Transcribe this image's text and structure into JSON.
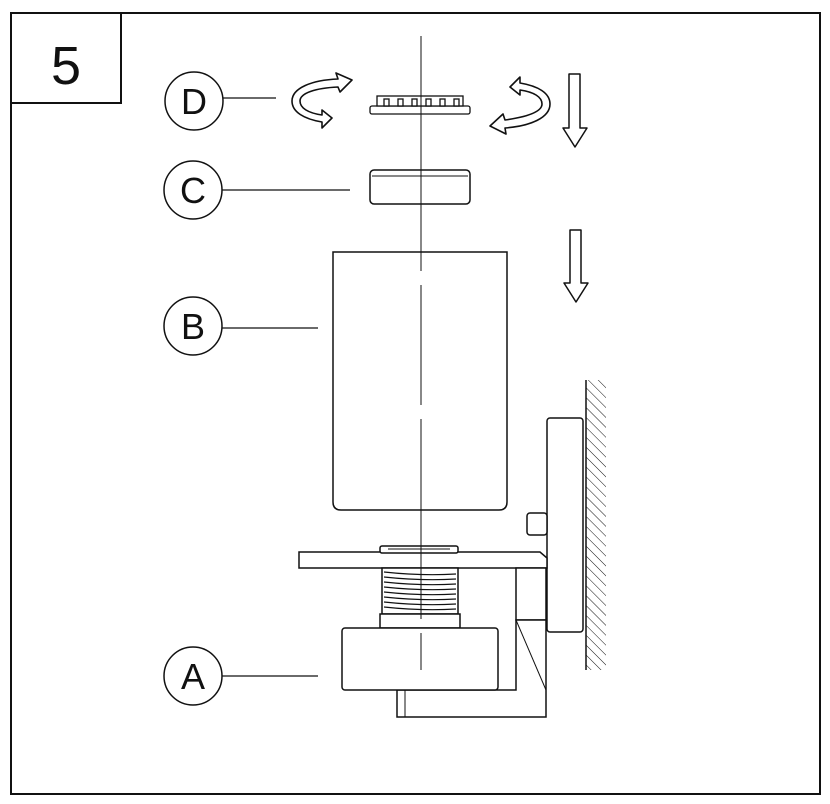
{
  "step": {
    "number": "5"
  },
  "callouts": {
    "a": "A",
    "b": "B",
    "c": "C",
    "d": "D"
  },
  "colors": {
    "ink": "#111111",
    "paper": "#ffffff"
  },
  "icons": [
    "rotate-ccw-icon",
    "rotate-cw-icon",
    "arrow-down-icon",
    "wall-hatch"
  ]
}
